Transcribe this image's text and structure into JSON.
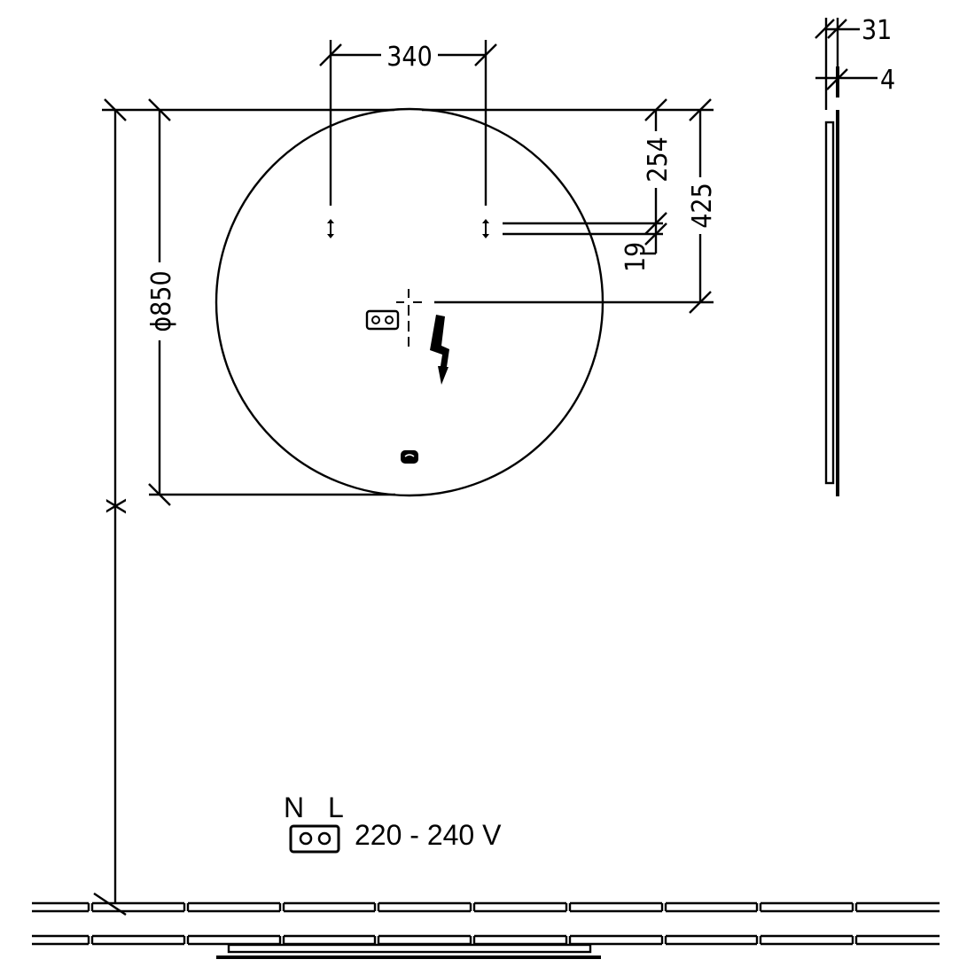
{
  "drawing": {
    "dimensions": {
      "spacing": "340",
      "diameter": "ϕ850",
      "height_to_screw": "254",
      "height_to_center": "425",
      "screw_gap": "19",
      "mounting_height": "X",
      "depth": "31",
      "glass_thickness": "4"
    },
    "power": {
      "neutral": "N",
      "live": "L",
      "voltage": "220 - 240 V"
    },
    "line_color": "#000000",
    "background": "#ffffff"
  }
}
